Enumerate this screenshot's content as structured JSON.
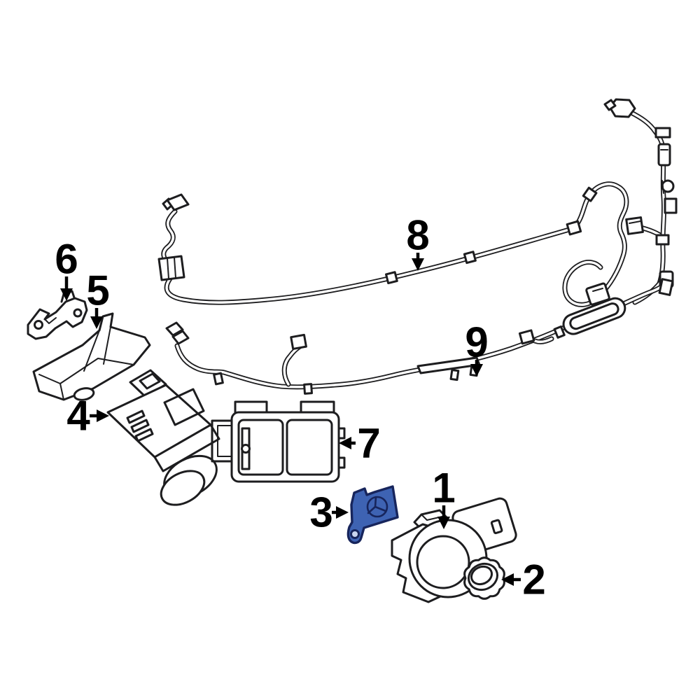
{
  "diagram": {
    "background_color": "#ffffff",
    "line_color": "#1d1d1f",
    "highlight_fill": "#3e63b3",
    "highlight_stroke": "#17255c",
    "highlight_hole_fill": "#c9d5ef",
    "callouts": [
      {
        "label": "1",
        "arrow_direction": "down"
      },
      {
        "label": "2",
        "arrow_direction": "left"
      },
      {
        "label": "3",
        "arrow_direction": "right"
      },
      {
        "label": "4",
        "arrow_direction": "right"
      },
      {
        "label": "5",
        "arrow_direction": "down"
      },
      {
        "label": "6",
        "arrow_direction": "down"
      },
      {
        "label": "7",
        "arrow_direction": "left"
      },
      {
        "label": "8",
        "arrow_direction": "down"
      },
      {
        "label": "9",
        "arrow_direction": "down"
      }
    ]
  }
}
